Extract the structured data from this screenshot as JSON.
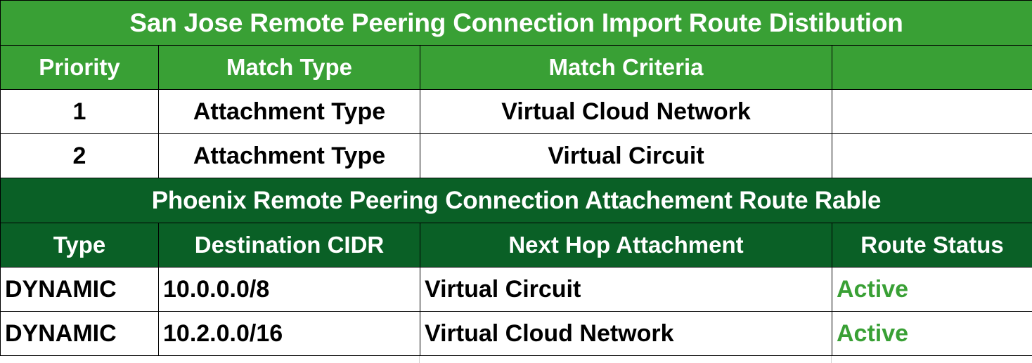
{
  "colors": {
    "header_green_light": "#39A035",
    "header_green_dark": "#0A6026",
    "status_active_green": "#39A035",
    "text_dark": "#000000",
    "text_light": "#FFFFFF",
    "cell_background": "#FFFFFF",
    "border": "#000000"
  },
  "tables": [
    {
      "id": "san-jose-import-route-distribution",
      "title": "San Jose Remote Peering Connection Import Route Distibution",
      "title_style": "light-green",
      "columns": [
        "Priority",
        "Match Type",
        "Match Criteria",
        ""
      ],
      "rows": [
        {
          "priority": "1",
          "match_type": "Attachment Type",
          "match_criteria": "Virtual Cloud Network",
          "extra": ""
        },
        {
          "priority": "2",
          "match_type": "Attachment Type",
          "match_criteria": "Virtual Circuit",
          "extra": ""
        }
      ]
    },
    {
      "id": "phoenix-attachement-route-rable",
      "title": "Phoenix Remote Peering Connection Attachement Route Rable",
      "title_style": "dark-green",
      "columns": [
        "Type",
        "Destination CIDR",
        "Next Hop Attachment",
        "Route Status"
      ],
      "rows": [
        {
          "type": "DYNAMIC",
          "destination_cidr": "10.0.0.0/8",
          "next_hop_attachment": "Virtual Circuit",
          "route_status": "Active"
        },
        {
          "type": "DYNAMIC",
          "destination_cidr": "10.2.0.0/16",
          "next_hop_attachment": "Virtual Cloud Network",
          "route_status": "Active"
        }
      ]
    }
  ]
}
